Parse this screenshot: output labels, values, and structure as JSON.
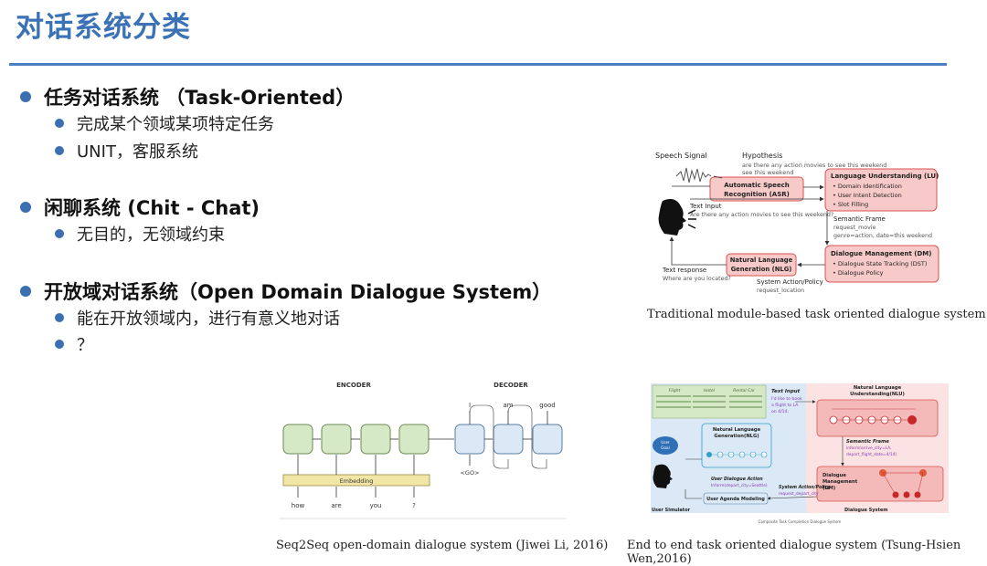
{
  "slide": {
    "title": "对话系统分类",
    "bullets": [
      {
        "text": "任务对话系统 （Task-Oriented）",
        "sub": [
          "完成某个领域某项特定任务",
          "UNIT，客服系统"
        ]
      },
      {
        "text": "闲聊系统 (Chit - Chat)",
        "sub": [
          "无目的，无领域约束"
        ]
      },
      {
        "text": "开放域对话系统（Open Domain Dialogue System）",
        "sub": [
          "能在开放领域内，进行有意义地对话",
          "？"
        ]
      }
    ]
  },
  "figure_task": {
    "caption": "Traditional module-based task oriented dialogue system",
    "speech_signal": "Speech Signal",
    "hypothesis": "Hypothesis",
    "hypothesis_text": "are there any action movies to see this weekend",
    "asr": "Automatic Speech Recognition (ASR)",
    "text_input": "Text Input",
    "text_input_text": "Are there any action movies to see this weekend?",
    "lu_title": "Language Understanding (LU)",
    "lu_items": [
      "Domain Identification",
      "User Intent Detection",
      "Slot Filling"
    ],
    "semantic_frame": "Semantic Frame",
    "semantic_frame_text": "request_movie",
    "semantic_frame_slots": "genre=action, date=this weekend",
    "dm_title": "Dialogue Management (DM)",
    "dm_items": [
      "Dialogue State Tracking (DST)",
      "Dialogue Policy"
    ],
    "nlg": "Natural Language Generation (NLG)",
    "text_response": "Text response",
    "text_response_text": "Where are you located?",
    "system_action": "System Action/Policy",
    "system_action_text": "request_location"
  },
  "figure_seq2seq": {
    "caption": "Seq2Seq open-domain dialogue system (Jiwei Li, 2016)",
    "encoder": "ENCODER",
    "decoder": "DECODER",
    "embedding": "Embedding",
    "inputs": [
      "how",
      "are",
      "you",
      "?"
    ],
    "outputs": [
      "I",
      "am",
      "good"
    ],
    "go_token": "<GO>"
  },
  "figure_e2e": {
    "caption": "End to end task oriented dialogue system (Tsung-Hsien Wen,2016)",
    "kb_headers": [
      "Flight",
      "Hotel",
      "Rental Car"
    ],
    "text_input": "Text Input",
    "text_input_text": "I'd like to book a flight to LA on 4/14.",
    "nlu": "Natural Language Understanding(NLU)",
    "semantic_frame": "Semantic Frame",
    "semantic_frame_text": "inform(arrive_city=LA, depart_flight_date=4/14)",
    "nlg": "Natural Language Generation(NLG)",
    "user_dialogue_action": "User Dialogue Action",
    "user_dialogue_action_text": "Inform(depart_city=Seattle)",
    "dm": "Dialogue Management (DM)",
    "system_action": "System Action/Policy",
    "system_action_text": "request_depart_city",
    "user_agenda": "User Agenda Modeling",
    "user_goal": "User Goal",
    "user_simulator": "User Simulator",
    "dialogue_system": "Dialogue System",
    "footer": "Composite Task Completion Dialogue System"
  },
  "colors": {
    "accent": "#3b72b5",
    "pink": "#f7c9c9",
    "pink_border": "#d9534f",
    "green": "#d6e9c6",
    "blue": "#dbe9f6"
  }
}
